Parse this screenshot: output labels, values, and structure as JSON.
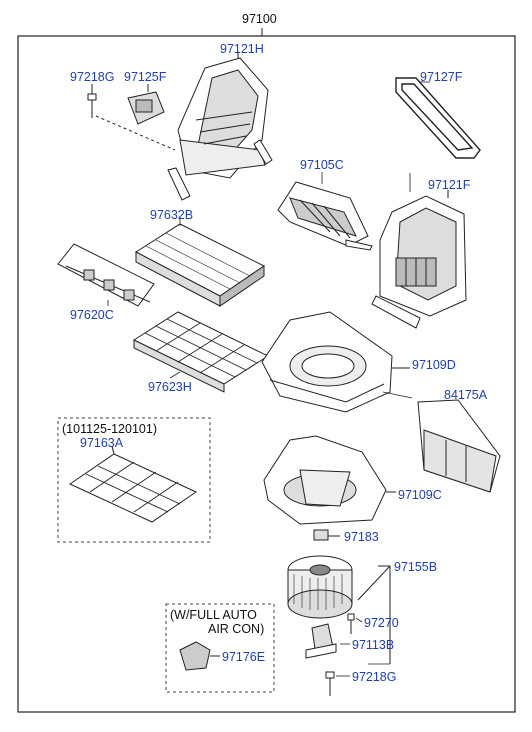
{
  "diagram": {
    "top_label": "97100",
    "note_box": {
      "range": "(101125-120101)",
      "part": "97163A"
    },
    "auto_box": {
      "line1": "(W/FULL AUTO",
      "line2": "AIR CON)",
      "part": "97176E"
    },
    "parts": {
      "p97121H": "97121H",
      "p97218G_top": "97218G",
      "p97125F": "97125F",
      "p97127F": "97127F",
      "p97105C": "97105C",
      "p97121F": "97121F",
      "p97632B": "97632B",
      "p97620C": "97620C",
      "p97109D": "97109D",
      "p97623H": "97623H",
      "p84175A": "84175A",
      "p97109C": "97109C",
      "p97183": "97183",
      "p97155B": "97155B",
      "p97270": "97270",
      "p97113B": "97113B",
      "p97218G_bottom": "97218G"
    },
    "colors": {
      "label_blue": "#1f3fb0",
      "line": "#222222"
    }
  }
}
